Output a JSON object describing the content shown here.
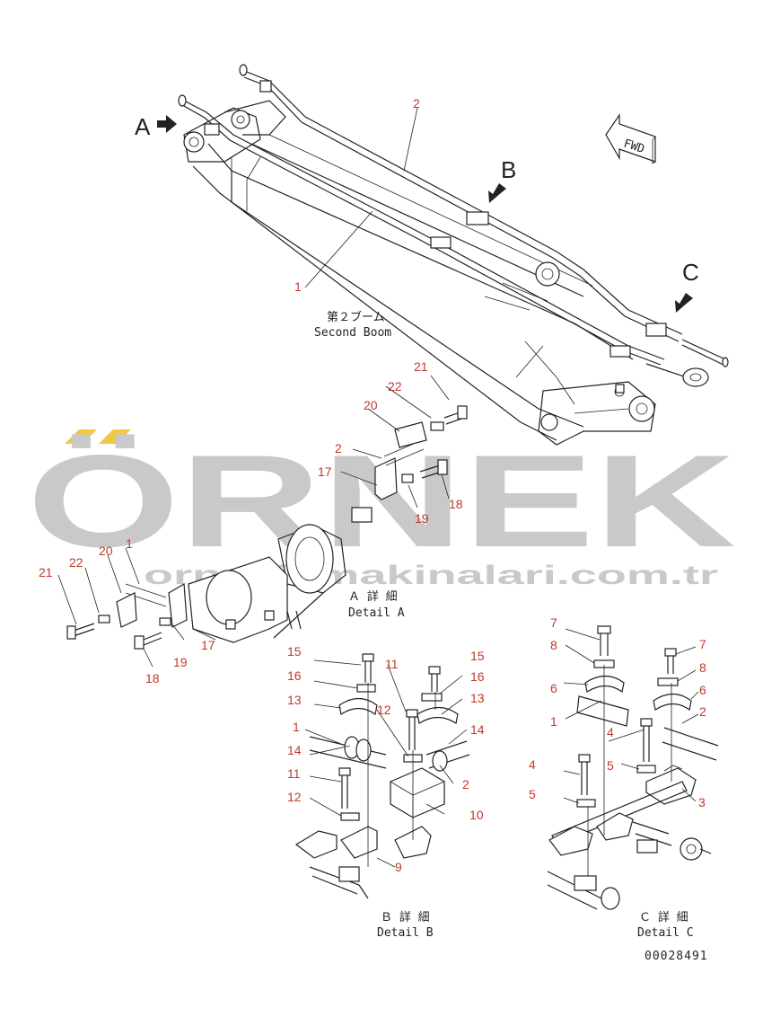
{
  "colors": {
    "ink": "#222222",
    "callout": "#c0392b",
    "watermark": "#c9c9c9",
    "watermark_accent": "#f2c744"
  },
  "views": {
    "a": "A",
    "b": "B",
    "c": "C"
  },
  "fwd": "FWD",
  "title": {
    "jp": "第２ブーム",
    "en": "Second Boom"
  },
  "details": {
    "a": {
      "jp": "Ａ 詳 細",
      "en": "Detail A"
    },
    "b": {
      "jp": "Ｂ 詳 細",
      "en": "Detail B"
    },
    "c": {
      "jp": "Ｃ 詳 細",
      "en": "Detail C"
    }
  },
  "drawing_no": "00028491",
  "watermark": {
    "main": "ÖRNEK",
    "url": "ornekismakinalari.com.tr"
  },
  "callouts": [
    "2",
    "1",
    "21",
    "22",
    "20",
    "2",
    "17",
    "18",
    "19",
    "1",
    "20",
    "22",
    "21",
    "17",
    "19",
    "18",
    "15",
    "16",
    "13",
    "1",
    "14",
    "11",
    "12",
    "11",
    "12",
    "9",
    "15",
    "16",
    "13",
    "14",
    "2",
    "10",
    "7",
    "8",
    "6",
    "1",
    "4",
    "5",
    "7",
    "8",
    "6",
    "2",
    "4",
    "5",
    "3"
  ]
}
